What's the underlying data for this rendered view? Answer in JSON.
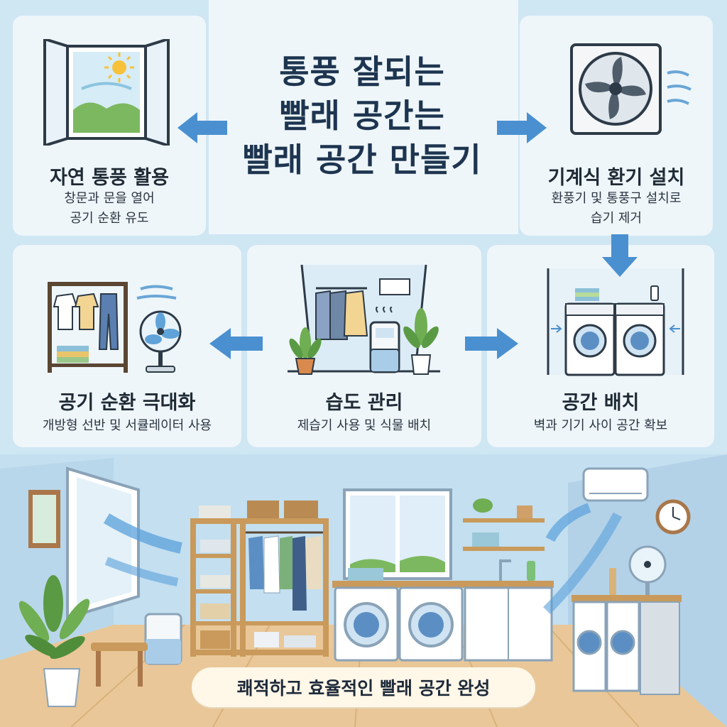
{
  "title": {
    "line1": "통풍 잘되는",
    "line2": "빨래 공간는",
    "line3": "빨래 공간 만들기"
  },
  "steps": [
    {
      "title": "자연 통풍 활용",
      "desc1": "창문과 문을 열어",
      "desc2": "공기 순환 유도"
    },
    {
      "title": "기계식 환기 설치",
      "desc1": "환풍기 및 통풍구 설치로",
      "desc2": "습기 제거"
    },
    {
      "title": "공기 순환 극대화",
      "desc1": "개방형 선반 및 서큘레이터 사용"
    },
    {
      "title": "습도 관리",
      "desc1": "제습기 사용 및 식물 배치"
    },
    {
      "title": "공간 배치",
      "desc1": "벽과 기기 사이 공간 확보"
    }
  ],
  "banner": "쾌적하고 효율적인 빨래 공간 완성",
  "colors": {
    "arrow": "#4a90d0",
    "panel": "#eef6fa",
    "title": "#1e3550",
    "wood": "#c99a5b"
  },
  "icons": [
    "window-icon",
    "sun-icon",
    "exhaust-fan-icon",
    "clothes-rack-icon",
    "electric-fan-icon",
    "dehumidifier-icon",
    "plant-icon",
    "washing-machine-icon",
    "air-conditioner-icon",
    "clock-icon"
  ]
}
